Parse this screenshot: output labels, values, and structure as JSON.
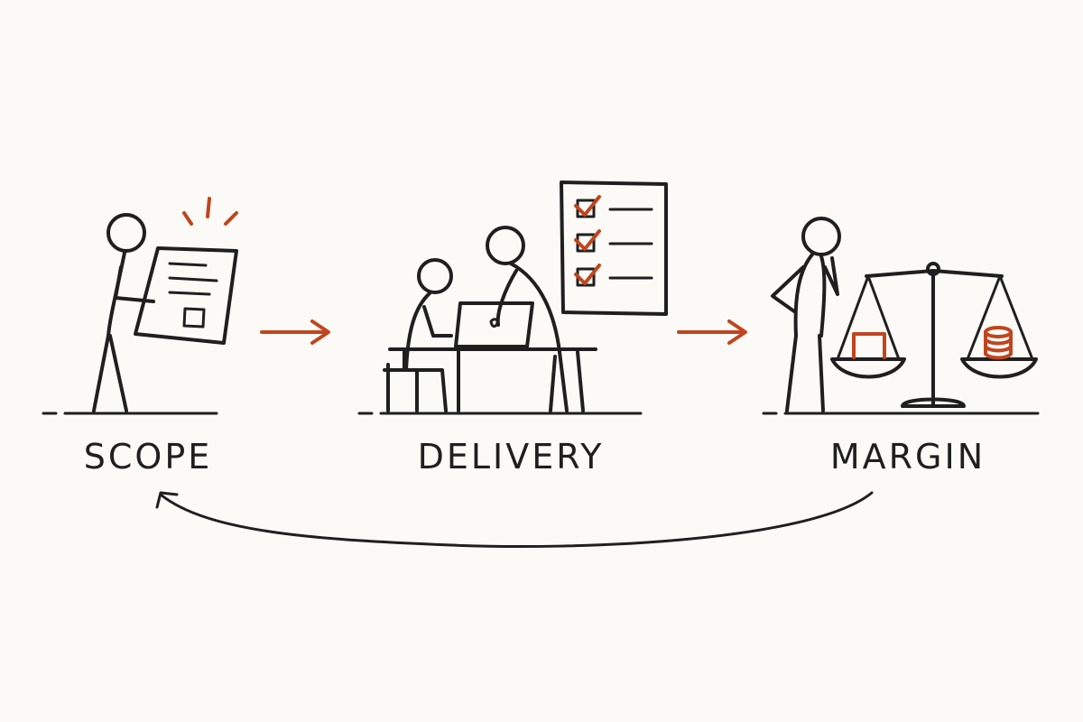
{
  "stages": [
    {
      "label": "SCOPE"
    },
    {
      "label": "DELIVERY"
    },
    {
      "label": "MARGIN"
    }
  ],
  "colors": {
    "ink": "#1f1f1f",
    "accent": "#c0451f",
    "background": "#fbfaf6"
  },
  "icons": {
    "scope": "person-holding-document-icon",
    "delivery": "two-people-at-laptop-icon",
    "checklist": "checklist-icon",
    "margin": "thinking-person-icon",
    "scale": "balance-scale-icon"
  }
}
